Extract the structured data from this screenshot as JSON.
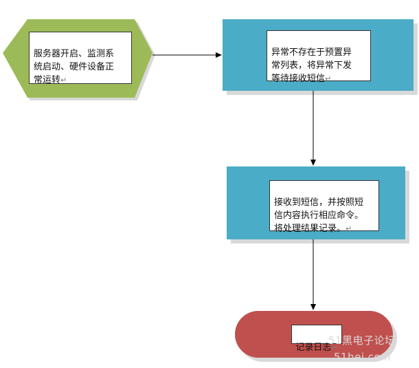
{
  "colors": {
    "start_hex": "#9cbb58",
    "process": "#4aacc6",
    "end_oval": "#c0504d",
    "connector": "#000000",
    "watermark": "#d9d9d9"
  },
  "diagram": {
    "start": {
      "text": "服务器开启、监测系\n统启动、硬件设备正\n常运转",
      "mark": "↵"
    },
    "step_alert": {
      "text": "异常不存在于预置异\n常列表，将异常下发\n等待接收短信",
      "mark": "↵"
    },
    "step_execute": {
      "text": "接收到短信，并按照短\n信内容执行相应命令。\n将处理结果记录。",
      "mark": "↵"
    },
    "end": {
      "text": "记录日志",
      "mark": "↵"
    }
  },
  "watermark": {
    "line1": "51黑电子论坛",
    "line2": "51hei.com"
  }
}
